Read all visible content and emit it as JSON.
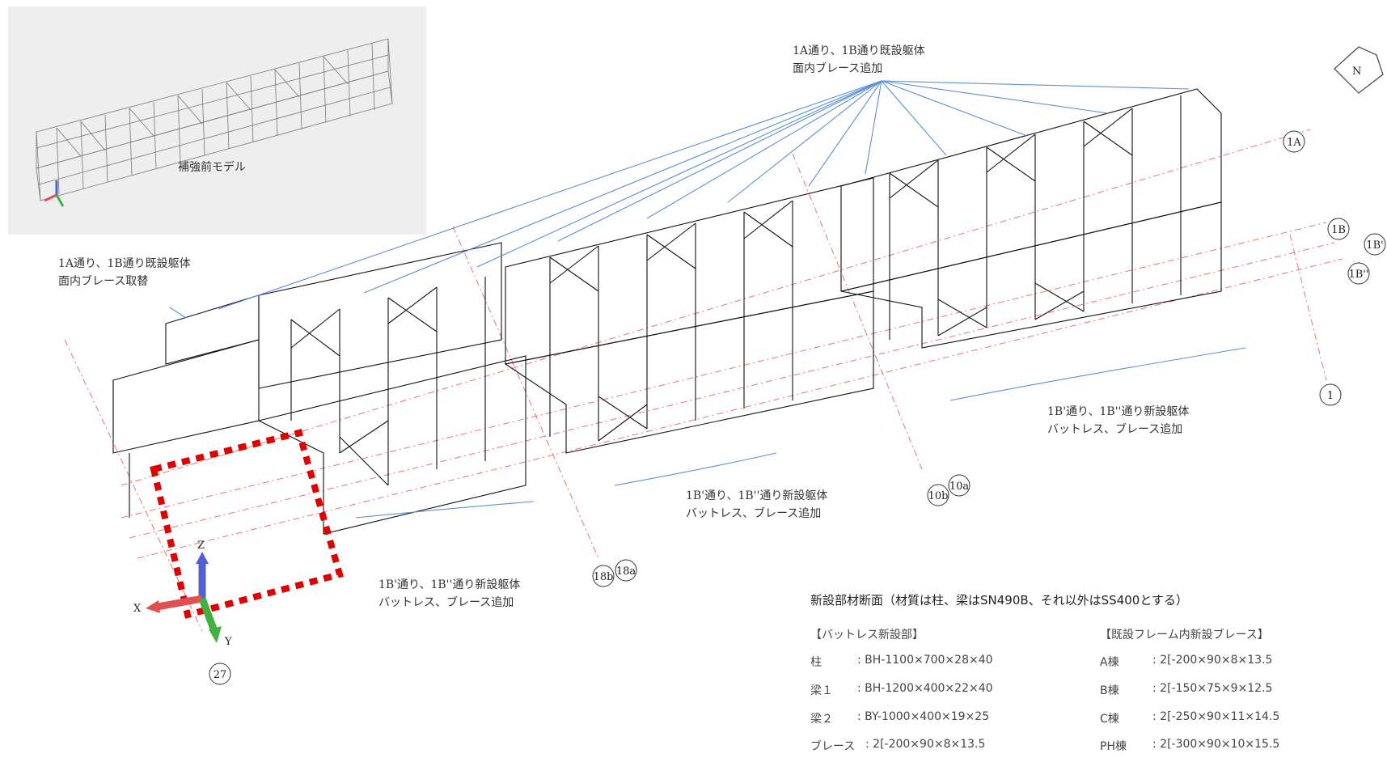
{
  "inset": {
    "caption": "補強前モデル"
  },
  "annotations": {
    "top_note": [
      "1A通り、1B通り既設躯体",
      "面内ブレース追加"
    ],
    "left_note": [
      "1A通り、1B通り既設躯体",
      "面内ブレース取替"
    ],
    "right_note": [
      "1B'通り、1B''通り新設躯体",
      "バットレス、ブレース追加"
    ],
    "middle_note": [
      "1B'通り、1B''通り新設躯体",
      "バットレス、ブレース追加"
    ],
    "lower_note": [
      "1B'通り、1B''通り新設躯体",
      "バットレス、ブレース追加"
    ]
  },
  "grid_labels": [
    "1A",
    "1B",
    "1B'",
    "1B''",
    "1",
    "10a",
    "10b",
    "18a",
    "18b",
    "27"
  ],
  "axes": {
    "x": "X",
    "y": "Y",
    "z": "Z"
  },
  "north_mark": "N",
  "spec": {
    "title": "新設部材断面（材質は柱、梁はSN490B、それ以外はSS400とする）",
    "buttress_header": "【バットレス新設部】",
    "buttress_rows": [
      {
        "name": "柱",
        "value": ": BH-1100×700×28×40"
      },
      {
        "name": "梁１",
        "value": ": BH-1200×400×22×40"
      },
      {
        "name": "梁２",
        "value": ": BY-1000×400×19×25"
      },
      {
        "name": "ブレース",
        "value": ": 2[-200×90×8×13.5"
      }
    ],
    "frame_header": "【既設フレーム内新設ブレース】",
    "frame_rows": [
      {
        "name": "A棟",
        "value": ": 2[-200×90×8×13.5"
      },
      {
        "name": "B棟",
        "value": ": 2[-150×75×9×12.5"
      },
      {
        "name": "C棟",
        "value": ": 2[-250×90×11×14.5"
      },
      {
        "name": "PH棟",
        "value": ": 2[-300×90×10×15.5"
      }
    ]
  },
  "colors": {
    "axis_x": "#e05050",
    "axis_y": "#40b040",
    "axis_z": "#5060d0",
    "grid": "#f07070",
    "leader": "#5b8fd6",
    "highlight": "#e00000"
  }
}
